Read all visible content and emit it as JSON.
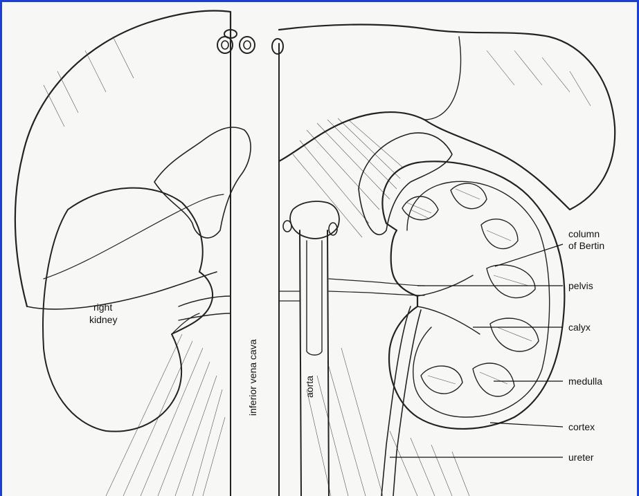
{
  "labels": {
    "right_kidney": [
      "right",
      "kidney"
    ],
    "inferior_vena_cava": "inferior vena cava",
    "aorta": "aorta",
    "column_of_bertin": [
      "column",
      "of Bertin"
    ],
    "pelvis": "pelvis",
    "calyx": "calyx",
    "medulla": "medulla",
    "cortex": "cortex",
    "ureter": "ureter"
  },
  "colors": {
    "frame_border": "#1a3fd6",
    "ink": "#222222",
    "paper": "#f7f7f5"
  }
}
